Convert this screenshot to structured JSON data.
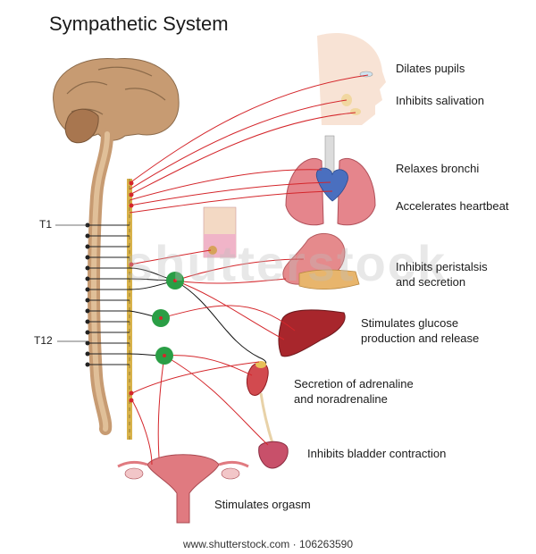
{
  "title": "Sympathetic System",
  "spine_labels": {
    "t1": "T1",
    "t12": "T12"
  },
  "effects": {
    "eye": "Dilates pupils",
    "salivary": "Inhibits salivation",
    "bronchi": "Relaxes bronchi",
    "heart": "Accelerates heartbeat",
    "stomach_line1": "Inhibits peristalsis",
    "stomach_line2": "and secretion",
    "liver_line1": "Stimulates glucose",
    "liver_line2": "production and release",
    "adrenal_line1": "Secretion of adrenaline",
    "adrenal_line2": "and noradrenaline",
    "bladder": "Inhibits bladder contraction",
    "genital": "Stimulates orgasm"
  },
  "watermark": "shutterstock",
  "footer": "www.shutterstock.com · 106263590",
  "colors": {
    "nerve": "#d4262b",
    "ganglion": "#2a9e45",
    "brain": "#c79b72",
    "organ": "#c8484e",
    "chain": "#d8b24a"
  }
}
